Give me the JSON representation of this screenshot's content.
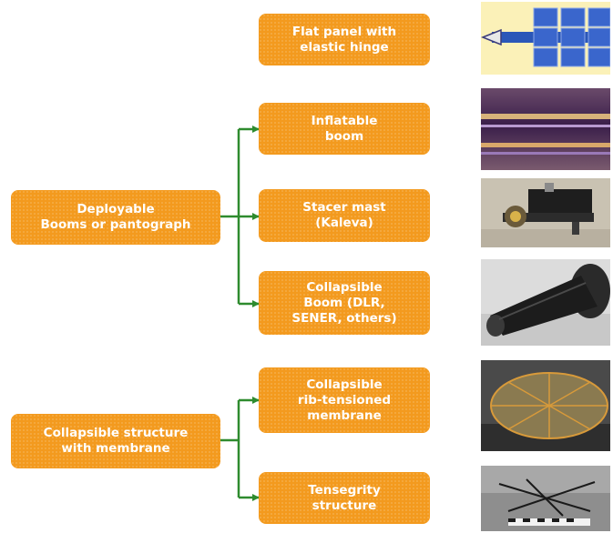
{
  "parents": [
    {
      "id": "booms",
      "lines": [
        "Deployable",
        "Booms or pantograph"
      ]
    },
    {
      "id": "membrane",
      "lines": [
        "Collapsible structure",
        "with membrane"
      ]
    }
  ],
  "children": [
    {
      "id": "flat-panel",
      "lines": [
        "Flat panel with",
        "elastic hinge"
      ]
    },
    {
      "id": "inflatable",
      "lines": [
        "Inflatable",
        "boom"
      ]
    },
    {
      "id": "stacer",
      "lines": [
        "Stacer mast",
        "(Kaleva)"
      ]
    },
    {
      "id": "collapsible-boom",
      "lines": [
        "Collapsible",
        "Boom (DLR,",
        "SENER, others)"
      ]
    },
    {
      "id": "rib-tensioned",
      "lines": [
        "Collapsible",
        "rib-tensioned",
        "membrane"
      ]
    },
    {
      "id": "tensegrity",
      "lines": [
        "Tensegrity",
        "structure"
      ]
    }
  ],
  "colors": {
    "box": "#f39a1e",
    "connector": "#2e8b2e"
  }
}
